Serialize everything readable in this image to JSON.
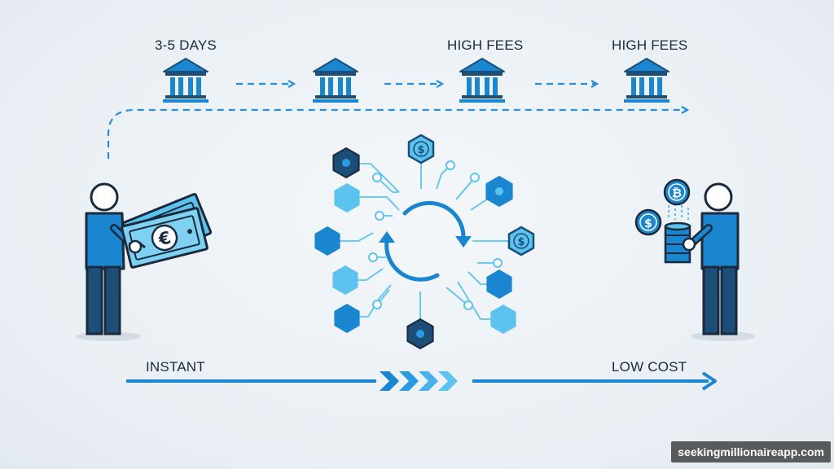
{
  "labels": {
    "top_left": "3-5 DAYS",
    "top_middle": "HIGH FEES",
    "top_right": "HIGH FEES",
    "bottom_left": "INSTANT",
    "bottom_right": "LOW COST"
  },
  "watermark": "seekingmillionaireapp.com",
  "colors": {
    "primary_blue": "#1b86d0",
    "dark_navy": "#1c4e78",
    "light_blue": "#5cc3ee",
    "outline": "#1a2a3c",
    "background": "#eef3f7"
  },
  "icons": [
    "bank-icon",
    "person-icon",
    "banknote-icon",
    "euro-icon",
    "dollar-icon",
    "bitcoin-icon",
    "coin-stack-icon",
    "cycle-arrows-icon",
    "hexagon-node-icon",
    "chevron-arrows-icon"
  ]
}
